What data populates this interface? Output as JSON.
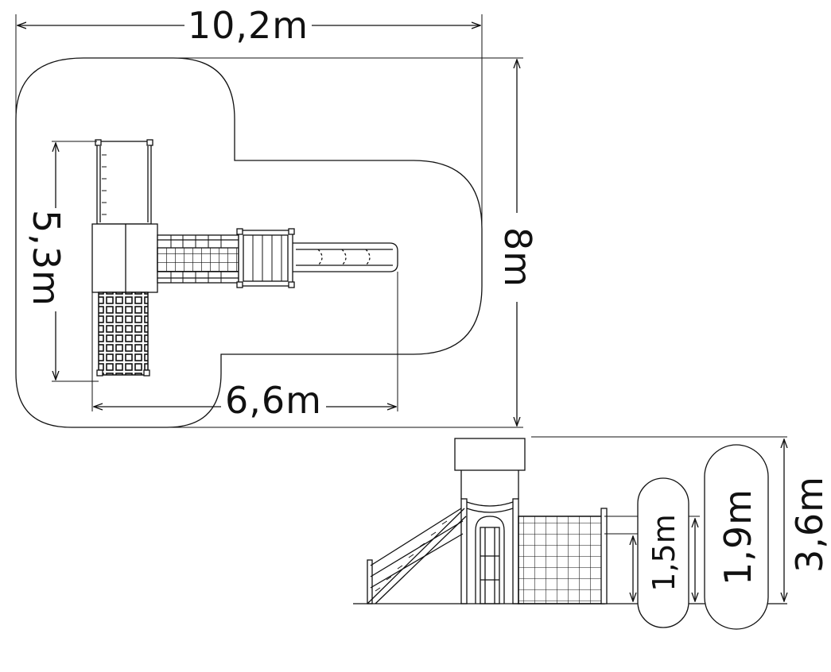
{
  "plan_view": {
    "overall_width_label": "10,2m",
    "overall_depth_label": "8m",
    "structure_depth_label": "5,3m",
    "structure_width_label": "6,6m"
  },
  "elevation_view": {
    "total_height_label": "3,6m",
    "free_fall_height_label": "1,9m",
    "platform_height_label": "1,5m"
  },
  "colors": {
    "line": "#111111",
    "background": "#ffffff"
  }
}
